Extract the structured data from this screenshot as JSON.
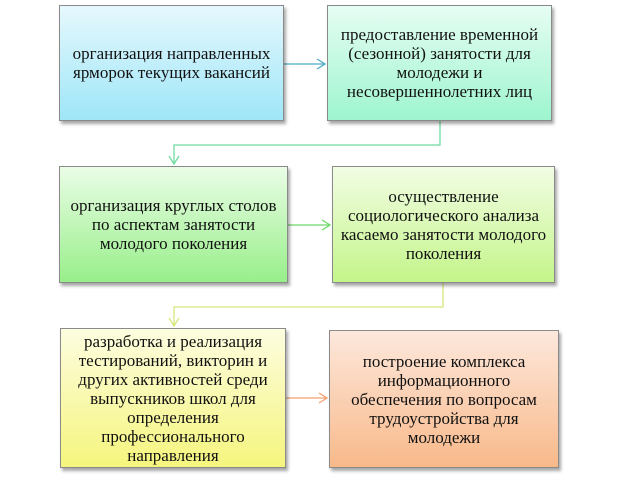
{
  "boxes": [
    {
      "text": "организация направленных ярморок текущих вакансий",
      "color": "#9ee6f8"
    },
    {
      "text": "предоставление временной (сезонной) занятости для молодежи и несовершеннолетних лиц",
      "color": "#9ef5cf"
    },
    {
      "text": "организация круглых столов по аспектам занятости молодого поколения",
      "color": "#98ef8a"
    },
    {
      "text": "осуществление социологического анализа касаемо занятости молодого поколения",
      "color": "#c4f58a"
    },
    {
      "text": "разработка и реализация тестирований, викторин и других активностей среди выпускников школ для определения профессионального направления",
      "color": "#f5f57e"
    },
    {
      "text": "построение комплекса информационного обеспечения по вопросам трудоустройства для молодежи",
      "color": "#f8b98a"
    }
  ],
  "connectors": [
    {
      "from": 0,
      "to": 1,
      "color": "#4bacc6"
    },
    {
      "from": 1,
      "to": 2,
      "color": "#6fdca0"
    },
    {
      "from": 2,
      "to": 3,
      "color": "#6fd86a"
    },
    {
      "from": 3,
      "to": 4,
      "color": "#d4e87c"
    },
    {
      "from": 4,
      "to": 5,
      "color": "#f4a070"
    }
  ]
}
